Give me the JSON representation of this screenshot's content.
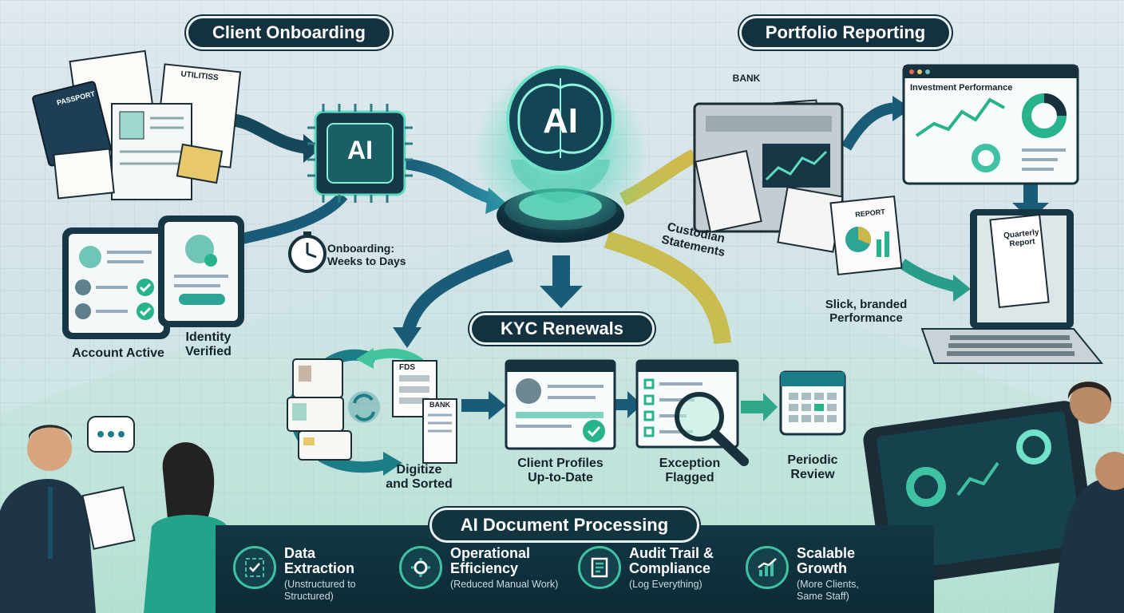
{
  "sections": {
    "client_onboarding": "Client Onboarding",
    "portfolio_reporting": "Portfolio Reporting",
    "kyc_renewals": "KYC Renewals",
    "ai_document_processing": "AI Document Processing"
  },
  "chip_label": "AI",
  "hub_label": "AI",
  "onboarding": {
    "timer_text": "Onboarding:\nWeeks to Days",
    "account_active": "Account Active",
    "identity_verified": "Identity\nVerified",
    "passport_text": "PASSPORT",
    "utilities_text": "UTILITISS"
  },
  "reporting": {
    "bank_label": "BANK",
    "custodian_statements": "Custodian\nStatements",
    "investment_performance": "Investment Performance",
    "quarterly_report": "Quarterly\nReport",
    "slick_branded": "Slick, branded\nPerformance",
    "report_stub": "REPORT"
  },
  "kyc": {
    "digitize_sorted": "Digitize\nand Sorted",
    "client_profiles": "Client Profiles\nUp-to-Date",
    "exception_flagged": "Exception\nFlagged",
    "periodic_review": "Periodic\nReview",
    "doc_header": "FDS",
    "bank_label": "BANK"
  },
  "benefits": [
    {
      "title": "Data\nExtraction",
      "sub": "(Unstructured to\nStructured)",
      "icon": "data-extraction-icon"
    },
    {
      "title": "Operational\nEfficiency",
      "sub": "(Reduced Manual Work)",
      "icon": "gear-icon"
    },
    {
      "title": "Audit Trail &\nCompliance",
      "sub": "(Log Everything)",
      "icon": "checklist-icon"
    },
    {
      "title": "Scalable\nGrowth",
      "sub": "(More Clients,\nSame Staff)",
      "icon": "growth-chart-icon"
    }
  ],
  "colors": {
    "navy": "#14313f",
    "teal": "#1d8e86",
    "mint": "#3fc1a4",
    "gold": "#c9b74a",
    "arrow_blue": "#1f6b86"
  }
}
